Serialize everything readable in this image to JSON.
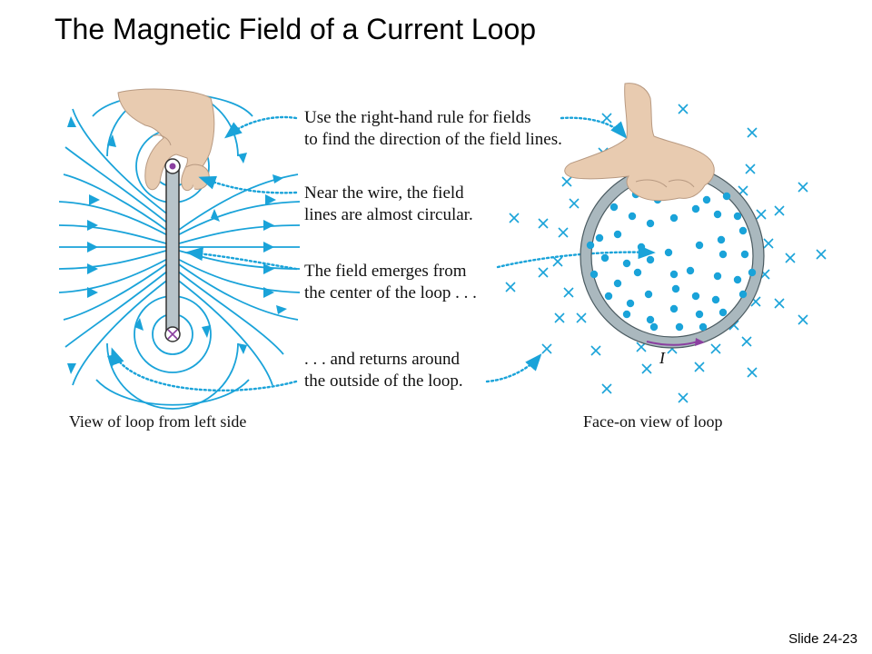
{
  "title": "The Magnetic Field of a Current Loop",
  "slide_number": "Slide 24-23",
  "annotations": {
    "rhr_line1": "Use the right-hand rule for fields",
    "rhr_line2": "to find the direction of the field lines.",
    "near_line1": "Near the wire, the field",
    "near_line2": "lines are almost circular.",
    "emerge_line1": "The field emerges from",
    "emerge_line2": "the center of the loop . . .",
    "returns_line1": ". . . and returns around",
    "returns_line2": "the outside of the loop."
  },
  "captions": {
    "left": "View of loop from left side",
    "right": "Face-on view of loop"
  },
  "current_label": "I",
  "colors": {
    "field_lines": "#1aa3d9",
    "dots": "#1aa3d9",
    "crosses": "#1aa3d9",
    "loop_ring": "#aab8be",
    "current_arrows": "#8b3fa0",
    "skin": "#e8cbb0"
  }
}
